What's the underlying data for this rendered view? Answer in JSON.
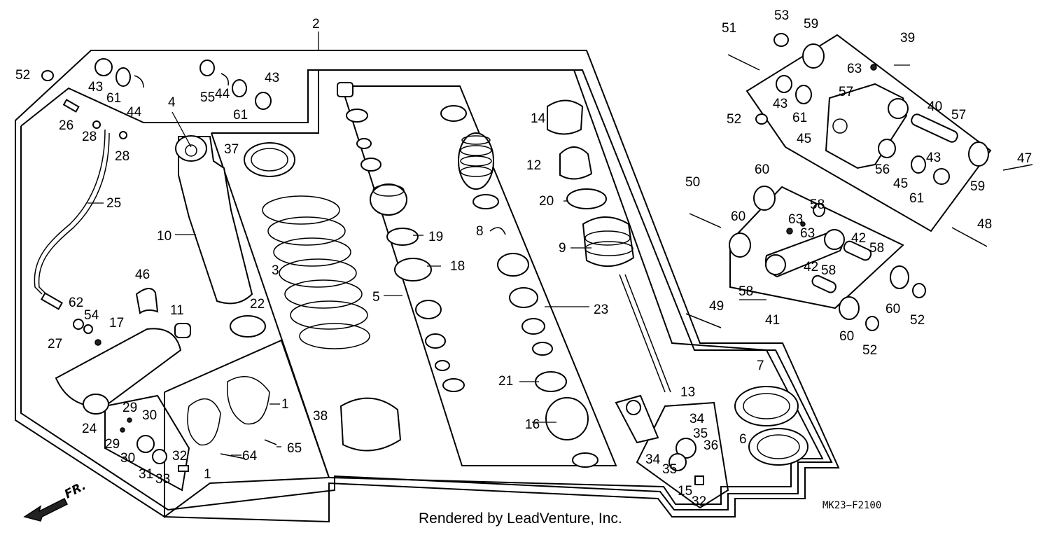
{
  "diagram": {
    "code": "MK23−F2100",
    "credit": "Rendered by LeadVenture, Inc.",
    "direction": "FR."
  },
  "callouts": [
    "1",
    "1",
    "2",
    "3",
    "4",
    "5",
    "6",
    "7",
    "8",
    "9",
    "10",
    "11",
    "12",
    "13",
    "14",
    "15",
    "16",
    "17",
    "18",
    "19",
    "20",
    "21",
    "22",
    "23",
    "24",
    "25",
    "26",
    "27",
    "28",
    "28",
    "29",
    "29",
    "30",
    "30",
    "31",
    "32",
    "32",
    "33",
    "34",
    "34",
    "35",
    "35",
    "36",
    "37",
    "38",
    "39",
    "40",
    "41",
    "42",
    "42",
    "43",
    "43",
    "43",
    "43",
    "44",
    "44",
    "45",
    "45",
    "46",
    "47",
    "48",
    "49",
    "50",
    "51",
    "52",
    "52",
    "52",
    "52",
    "53",
    "54",
    "55",
    "56",
    "57",
    "57",
    "58",
    "58",
    "58",
    "58",
    "59",
    "59",
    "60",
    "60",
    "60",
    "60",
    "61",
    "61",
    "61",
    "61",
    "62",
    "63",
    "63",
    "63",
    "64",
    "65"
  ]
}
